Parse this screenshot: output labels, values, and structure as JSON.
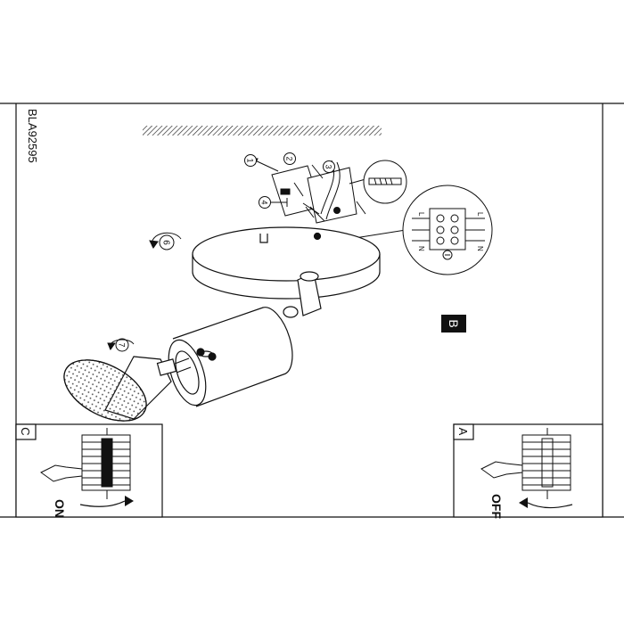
{
  "sheet": {
    "model_code": "BLA92595",
    "panel_a_letter": "A",
    "panel_b_letter": "B",
    "panel_c_letter": "C",
    "switch_off_label": "OFF",
    "switch_on_label": "ON",
    "terminal_labels": [
      "L",
      "L",
      "N",
      "N"
    ],
    "step_numbers": [
      "1",
      "2",
      "3",
      "4",
      "5",
      "6",
      "7"
    ]
  }
}
